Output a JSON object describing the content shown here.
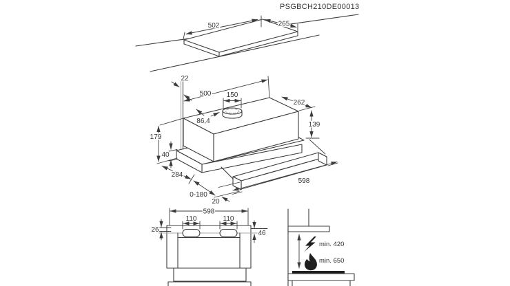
{
  "title": "PSGBCH210DE00013",
  "colors": {
    "line": "#3c3c3c",
    "muted_line": "#a8a8a8",
    "background": "#ffffff",
    "icon_fill": "#1f1f1f"
  },
  "views": {
    "cutout_top": {
      "width_mm": "502",
      "depth_mm": "265"
    },
    "hood_3d": {
      "rear_gap": "22",
      "body_width": "500",
      "duct_diameter": "150",
      "body_depth": "262",
      "duct_offset": "86,4",
      "body_height": "139",
      "total_height": "179",
      "frame_height": "40",
      "frame_depth": "284",
      "telescopic_extension": "0-180",
      "front_offset": "20",
      "front_width": "598"
    },
    "front": {
      "width": "598",
      "slot_left_width": "110",
      "slot_right_width": "110",
      "top_inset": "26",
      "slot_height": "46"
    },
    "clearance": {
      "electric_min": "min. 420",
      "gas_min": "min. 650"
    }
  }
}
